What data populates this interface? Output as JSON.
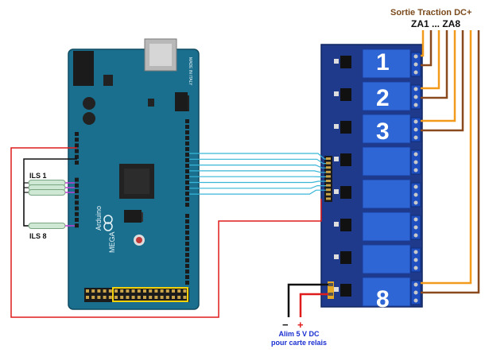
{
  "labels": {
    "output_title": "Sortie Traction DC+",
    "za_range": "ZA1 ... ZA8",
    "ils_first": "ILS 1",
    "ils_last": "ILS 8",
    "psu_line1": "Alim 5 V DC",
    "psu_line2": "pour carte relais",
    "minus": "−",
    "plus": "+"
  },
  "relay_numbers": [
    "1",
    "2",
    "3",
    "8"
  ],
  "arduino": {
    "brand": "Arduino",
    "model": "MEGA",
    "made_in": "MADE IN ITALY"
  },
  "colors": {
    "board_blue": "#1a6f8e",
    "relay_board": "#1f3a8a",
    "relay_module": "#2f66d6",
    "signal_wire": "#38b6d8",
    "power_wire": "#e01b1b",
    "ground_wire": "#111111",
    "ils_wire": "#c040d0",
    "output_wire_orange": "#f19a1c",
    "output_wire_brown": "#8a4a1e"
  }
}
